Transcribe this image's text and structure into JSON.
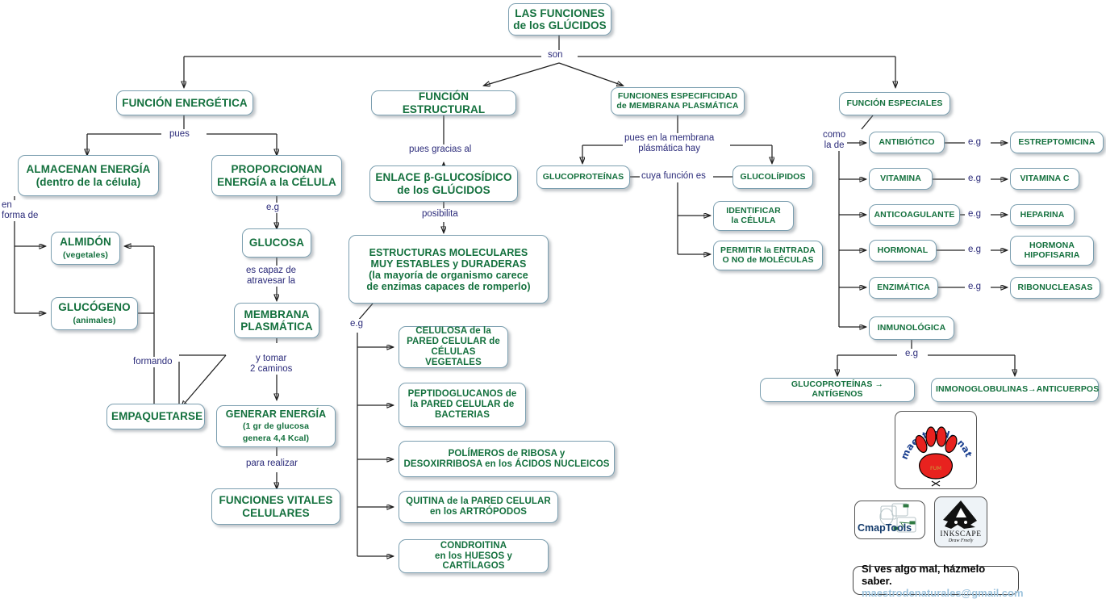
{
  "title": "LAS FUNCIONES de los GLÚCIDOS",
  "root": {
    "line1": "LAS FUNCIONES",
    "line2": "de los GLÚCIDOS"
  },
  "links": {
    "son": "son",
    "pues": "pues",
    "en_forma_de_l1": "en",
    "en_forma_de_l2": "forma de",
    "eg": "e.g",
    "es_capaz_l1": "es capaz de",
    "es_capaz_l2": "atravesar la",
    "y_tomar_l1": "y tomar",
    "y_tomar_l2": "2 caminos",
    "formando": "formando",
    "para_realizar": "para realizar",
    "pues_gracias_al": "pues gracias al",
    "posibilita": "posibilita",
    "pues_membrana_l1": "pues en la membrana",
    "pues_membrana_l2": "plásmática hay",
    "cuya_funcion_es": "cuya función es",
    "como_la_de_l1": "como",
    "como_la_de_l2": "la de"
  },
  "branch_energetica": {
    "head": "FUNCIÓN ENERGÉTICA",
    "almacenan": {
      "line1": "ALMACENAN ENERGÍA",
      "line2": "(dentro de la célula)"
    },
    "proporcionan": {
      "line1": "PROPORCIONAN",
      "line2": "ENERGÍA a la CÉLULA"
    },
    "almidon": {
      "line1": "ALMIDÓN",
      "line2": "(vegetales)"
    },
    "glucogeno": {
      "line1": "GLUCÓGENO",
      "line2": "(animales)"
    },
    "glucosa": "GLUCOSA",
    "membrana": {
      "line1": "MEMBRANA",
      "line2": "PLASMÁTICA"
    },
    "empaquetarse": "EMPAQUETARSE",
    "generar": {
      "line1": "GENERAR ENERGÍA",
      "line2": "(1 gr de glucosa",
      "line3": "genera 4,4 Kcal)"
    },
    "funciones_vitales": {
      "line1": "FUNCIONES VITALES",
      "line2": "CELULARES"
    }
  },
  "branch_estructural": {
    "head": "FUNCIÓN ESTRUCTURAL",
    "enlace": {
      "line1": "ENLACE β-GLUCOSÍDICO",
      "line2": "de los GLÚCIDOS"
    },
    "estructuras": {
      "line1": "ESTRUCTURAS MOLECULARES",
      "line2": "MUY ESTABLES y DURADERAS",
      "line3": "(la mayoría de organismo carece",
      "line4": "de enzimas capaces de romperlo)"
    },
    "examples": [
      {
        "line1": "CELULOSA de la",
        "line2": "PARED CELULAR de",
        "line3": "CÉLULAS VEGETALES"
      },
      {
        "line1": "PEPTIDOGLUCANOS de",
        "line2": "la PARED CELULAR de",
        "line3": "BACTERIAS"
      },
      {
        "line1": "POLÍMEROS de RIBOSA y",
        "line2": "DESOXIRRIBOSA en los ÁCIDOS NUCLEICOS"
      },
      {
        "line1": "QUITINA de la PARED CELULAR",
        "line2": "en los ARTRÓPODOS"
      },
      {
        "line1": "CONDROITINA",
        "line2": "en los HUESOS y CARTÍLAGOS"
      }
    ]
  },
  "branch_membrana": {
    "head": {
      "line1": "FUNCIONES ESPECIFICIDAD",
      "line2": "de MEMBRANA PLASMÁTICA"
    },
    "glucoproteinas": "GLUCOPROTEÍNAS",
    "glucolipidos": "GLUCOLÍPIDOS",
    "identificar": {
      "line1": "IDENTIFICAR",
      "line2": "la CÉLULA"
    },
    "permitir": {
      "line1": "PERMITIR la ENTRADA",
      "line2": "O NO de MOLÉCULAS"
    }
  },
  "branch_especiales": {
    "head": "FUNCIÓN ESPECIALES",
    "rows": [
      {
        "type": "ANTIBIÓTICO",
        "link": "e.g",
        "example": "ESTREPTOMICINA"
      },
      {
        "type": "VITAMINA",
        "link": "e.g",
        "example": "VITAMINA C"
      },
      {
        "type": "ANTICOAGULANTE",
        "link": "e.g",
        "example": "HEPARINA"
      },
      {
        "type": "HORMONAL",
        "link": "e.g",
        "example_l1": "HORMONA",
        "example_l2": "HIPOFISARIA"
      },
      {
        "type": "ENZIMÁTICA",
        "link": "e.g",
        "example": "RIBONUCLEASAS"
      },
      {
        "type": "INMUNOLÓGICA",
        "link": "e.g"
      }
    ],
    "inmuno_eg": "e.g",
    "antigenos": "GLUCOPROTEÍNAS → ANTÍGENOS",
    "anticuerpos": "INMONOGLOBULINAS→ANTICUERPOS"
  },
  "logos": {
    "maestro": "maestro de naturales",
    "cmaptools": "CmapTools",
    "inkscape_name": "INKSCAPE",
    "inkscape_tag": "Draw Freely"
  },
  "footer": {
    "line1": "Si ves algo mal, házmelo saber.",
    "line2": "maestrodenaturales@gmail.com"
  },
  "colors": {
    "node_text": "#13703d",
    "node_border": "#7c9fb0",
    "label_text": "#2b2b7a",
    "paw_red": "#e8221f",
    "footer_mail": "#9cc3dd"
  }
}
